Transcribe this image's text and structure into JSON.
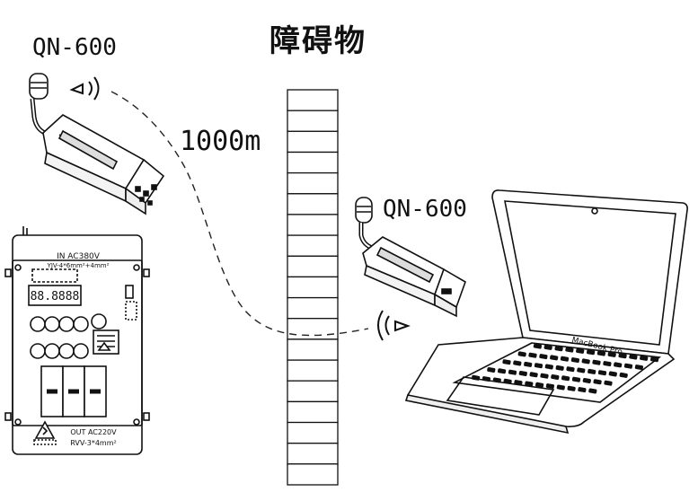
{
  "title": "障碍物",
  "dongle_top": {
    "model": "QN-600"
  },
  "dongle_bottom": {
    "model": "QN-600"
  },
  "distance": "1000m",
  "cabinet": {
    "in_label": "IN AC380V",
    "in_cable": "YJV-4*6mm²+4mm²",
    "display": "88.8888",
    "out_label": "OUT AC220V",
    "out_cable": "RVV-3*4mm²"
  },
  "laptop": {
    "brand": "MacBook Pro"
  }
}
